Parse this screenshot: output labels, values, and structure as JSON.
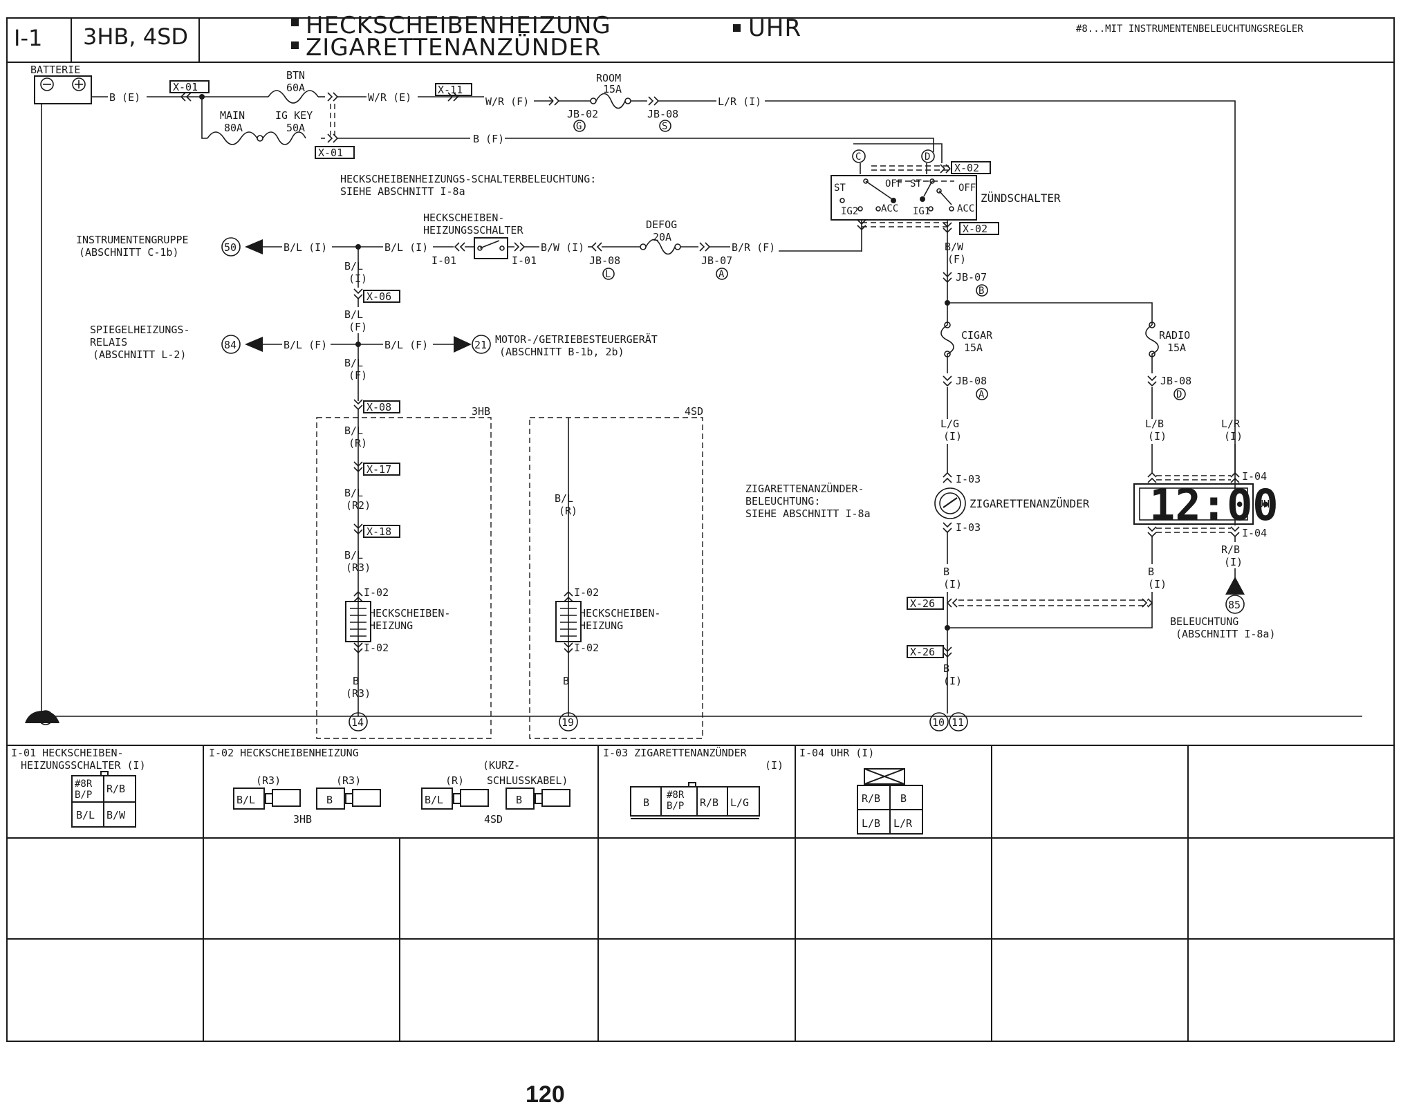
{
  "header": {
    "section": "I-1",
    "models": "3HB, 4SD",
    "title1": "HECKSCHEIBENHEIZUNG",
    "title2": "ZIGARETTENANZÜNDER",
    "title3": "UHR",
    "footnote": "#8...MIT INSTRUMENTENBELEUCHTUNGSREGLER"
  },
  "labels": {
    "batterie": "BATTERIE",
    "btn": "BTN",
    "btn_amp": "60A",
    "main": "MAIN",
    "main_amp": "80A",
    "igkey": "IG KEY",
    "igkey_amp": "50A",
    "room": "ROOM",
    "room_amp": "15A",
    "defog": "DEFOG",
    "defog_amp": "20A",
    "cigar": "CIGAR",
    "cigar_amp": "15A",
    "radio": "RADIO",
    "radio_amp": "15A",
    "w_be": "B (E)",
    "w_wre": "W/R (E)",
    "w_wrf": "W/R (F)",
    "w_lri": "L/R (I)",
    "w_bf": "B (F)",
    "w_bli1": "B/L (I)",
    "w_bli2": "B/L (I)",
    "w_bwi": "B/W (I)",
    "w_brf": "B/R (F)",
    "w_bw": "B/W",
    "w_f": "(F)",
    "w_bl": "B/L",
    "w_i": "(I)",
    "w_blf1": "B/L (F)",
    "w_blf2": "B/L (F)",
    "w_r": "(R)",
    "w_r2": "(R2)",
    "w_r3": "(R3)",
    "w_b": "B",
    "w_lg": "L/G",
    "w_lb": "L/B",
    "w_lr": "L/R",
    "w_rb": "R/B",
    "x01a": "X-01",
    "x01b": "X-01",
    "x11": "X-11",
    "x02a": "X-02",
    "x02b": "X-02",
    "x06": "X-06",
    "x08": "X-08",
    "x17": "X-17",
    "x18": "X-18",
    "x26a": "X-26",
    "x26b": "X-26",
    "jb02": "JB-02",
    "jb08a": "JB-08",
    "jb08b": "JB-08",
    "jb07a": "JB-07",
    "jb07b": "JB-07",
    "jb08c": "JB-08",
    "jb08d": "JB-08",
    "sw_ref1": "HECKSCHEIBENHEIZUNGS-SCHALTERBELEUCHTUNG:",
    "sw_ref2": "SIEHE ABSCHNITT I-8a",
    "zuend": "ZÜNDSCHALTER",
    "sw_st": "ST",
    "sw_off": "OFF",
    "sw_ig2": "IG2",
    "sw_acc": "ACC",
    "sw_ig1": "IG1",
    "hs1": "HECKSCHEIBEN-",
    "hs2": "HEIZUNGSSCHALTER",
    "i01a": "I-01",
    "i01b": "I-01",
    "ig1": "INSTRUMENTENGRUPPE",
    "ig2": "(ABSCHNITT C-1b)",
    "n50": "50",
    "sp1": "SPIEGELHEIZUNGS-",
    "sp2": "RELAIS",
    "sp3": "(ABSCHNITT L-2)",
    "n84": "84",
    "n21": "21",
    "mo1": "MOTOR-/GETRIEBESTEUERGERÄT",
    "mo2": "(ABSCHNITT B-1b, 2b)",
    "hb3": "3HB",
    "sd4": "4SD",
    "i02a": "I-02",
    "i02b": "I-02",
    "i02c": "I-02",
    "i02d": "I-02",
    "hh1": "HECKSCHEIBEN-",
    "hh2": "HEIZUNG",
    "n14": "14",
    "n19": "19",
    "n10": "10",
    "n11": "11",
    "n85": "85",
    "gnd": "G",
    "za1": "ZIGARETTENANZÜNDER-",
    "za2": "BELEUCHTUNG:",
    "za3": "SIEHE ABSCHNITT I-8a",
    "i03a": "I-03",
    "i03b": "I-03",
    "zig": "ZIGARETTENANZÜNDER",
    "i04a": "I-04",
    "i04b": "I-04",
    "uhr": "UHR",
    "clock": "12:00",
    "bel1": "BELEUCHTUNG",
    "bel2": "(ABSCHNITT I-8a)"
  },
  "connectors": {
    "c1_title1": "I-01 HECKSCHEIBEN-",
    "c1_title2": "HEIZUNGSSCHALTER (I)",
    "c1_p1": "#8R",
    "c1_p1b": "B/P",
    "c1_p2": "R/B",
    "c1_p3": "B/L",
    "c1_p4": "B/W",
    "c2_title": "I-02 HECKSCHEIBENHEIZUNG",
    "c2_r3a": "(R3)",
    "c2_r3b": "(R3)",
    "c2_bl1": "B/L",
    "c2_b1": "B",
    "c2_3hb": "3HB",
    "c2_r": "(R)",
    "c2_kurz1": "(KURZ-",
    "c2_kurz2": "SCHLUSSKABEL)",
    "c2_bl2": "B/L",
    "c2_b2": "B",
    "c2_4sd": "4SD",
    "c3_title": "I-03 ZIGARETTENANZÜNDER",
    "c3_i": "(I)",
    "c3_p1": "B",
    "c3_p2": "#8R",
    "c3_p2b": "B/P",
    "c3_p3": "R/B",
    "c3_p4": "L/G",
    "c4_title": "I-04 UHR (I)",
    "c4_p1": "R/B",
    "c4_p2": "B",
    "c4_p3": "L/B",
    "c4_p4": "L/R"
  },
  "footer": {
    "page": "120"
  }
}
